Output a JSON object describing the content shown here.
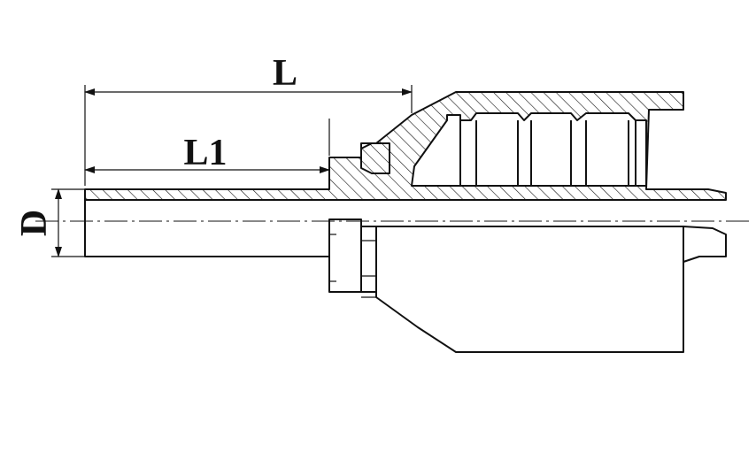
{
  "dimensions": {
    "overall_length": "L",
    "nipple_length": "L1",
    "diameter": "D"
  }
}
